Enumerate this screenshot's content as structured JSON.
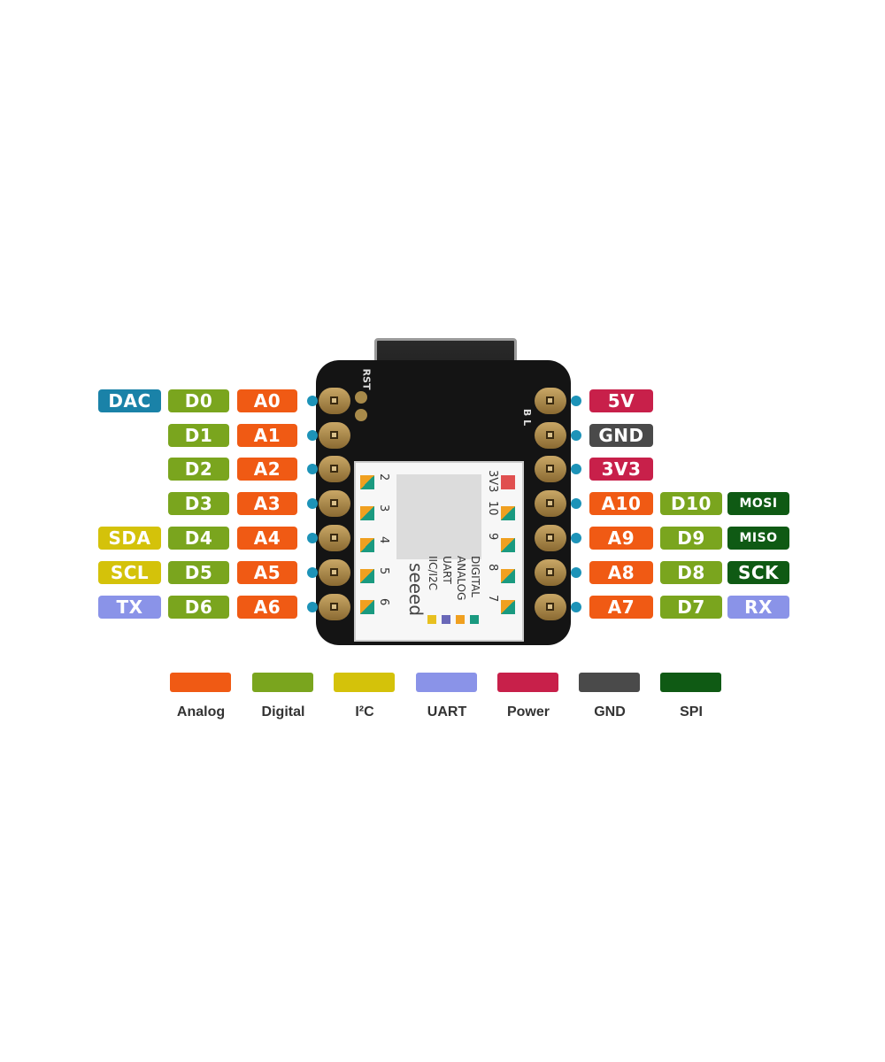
{
  "colors": {
    "analog": "#f05a14",
    "digital": "#7aa51e",
    "i2c": "#d4c20a",
    "uart": "#8a93e8",
    "power": "#c8204a",
    "gnd": "#4a4a4a",
    "spi": "#0f5a14",
    "dac": "#1a82a8",
    "pin_dot": "#1d93b8"
  },
  "left_pins": [
    [
      {
        "text": "DAC",
        "cat": "dac"
      },
      {
        "text": "D0",
        "cat": "digital"
      },
      {
        "text": "A0",
        "cat": "analog"
      }
    ],
    [
      null,
      {
        "text": "D1",
        "cat": "digital"
      },
      {
        "text": "A1",
        "cat": "analog"
      }
    ],
    [
      null,
      {
        "text": "D2",
        "cat": "digital"
      },
      {
        "text": "A2",
        "cat": "analog"
      }
    ],
    [
      null,
      {
        "text": "D3",
        "cat": "digital"
      },
      {
        "text": "A3",
        "cat": "analog"
      }
    ],
    [
      {
        "text": "SDA",
        "cat": "i2c"
      },
      {
        "text": "D4",
        "cat": "digital"
      },
      {
        "text": "A4",
        "cat": "analog"
      }
    ],
    [
      {
        "text": "SCL",
        "cat": "i2c"
      },
      {
        "text": "D5",
        "cat": "digital"
      },
      {
        "text": "A5",
        "cat": "analog"
      }
    ],
    [
      {
        "text": "TX",
        "cat": "uart"
      },
      {
        "text": "D6",
        "cat": "digital"
      },
      {
        "text": "A6",
        "cat": "analog"
      }
    ]
  ],
  "right_pins": [
    [
      {
        "text": "5V",
        "cat": "power"
      },
      null,
      null
    ],
    [
      {
        "text": "GND",
        "cat": "gnd"
      },
      null,
      null
    ],
    [
      {
        "text": "3V3",
        "cat": "power"
      },
      null,
      null
    ],
    [
      {
        "text": "A10",
        "cat": "analog"
      },
      {
        "text": "D10",
        "cat": "digital"
      },
      {
        "text": "MOSI",
        "cat": "spi"
      }
    ],
    [
      {
        "text": "A9",
        "cat": "analog"
      },
      {
        "text": "D9",
        "cat": "digital"
      },
      {
        "text": "MISO",
        "cat": "spi"
      }
    ],
    [
      {
        "text": "A8",
        "cat": "analog"
      },
      {
        "text": "D8",
        "cat": "digital"
      },
      {
        "text": "SCK",
        "cat": "spi"
      }
    ],
    [
      {
        "text": "A7",
        "cat": "analog"
      },
      {
        "text": "D7",
        "cat": "digital"
      },
      {
        "text": "RX",
        "cat": "uart"
      }
    ]
  ],
  "board": {
    "rst_label": "RST",
    "led_label": "B L",
    "brand": "seeed",
    "module_left_numbers": [
      "2",
      "3",
      "4",
      "5",
      "6"
    ],
    "module_right_numbers": [
      "3V3",
      "10",
      "9",
      "8",
      "7"
    ],
    "module_key": [
      {
        "text": "IIC/I2C",
        "color": "#e8c020"
      },
      {
        "text": "UART",
        "color": "#6a68b8"
      },
      {
        "text": "ANALOG",
        "color": "#f0a020"
      },
      {
        "text": "DIGITAL",
        "color": "#1a9a80"
      }
    ]
  },
  "legend": [
    {
      "label": "Analog",
      "cat": "analog"
    },
    {
      "label": "Digital",
      "cat": "digital"
    },
    {
      "label": "I²C",
      "cat": "i2c"
    },
    {
      "label": "UART",
      "cat": "uart"
    },
    {
      "label": "Power",
      "cat": "power"
    },
    {
      "label": "GND",
      "cat": "gnd"
    },
    {
      "label": "SPI",
      "cat": "spi"
    }
  ]
}
